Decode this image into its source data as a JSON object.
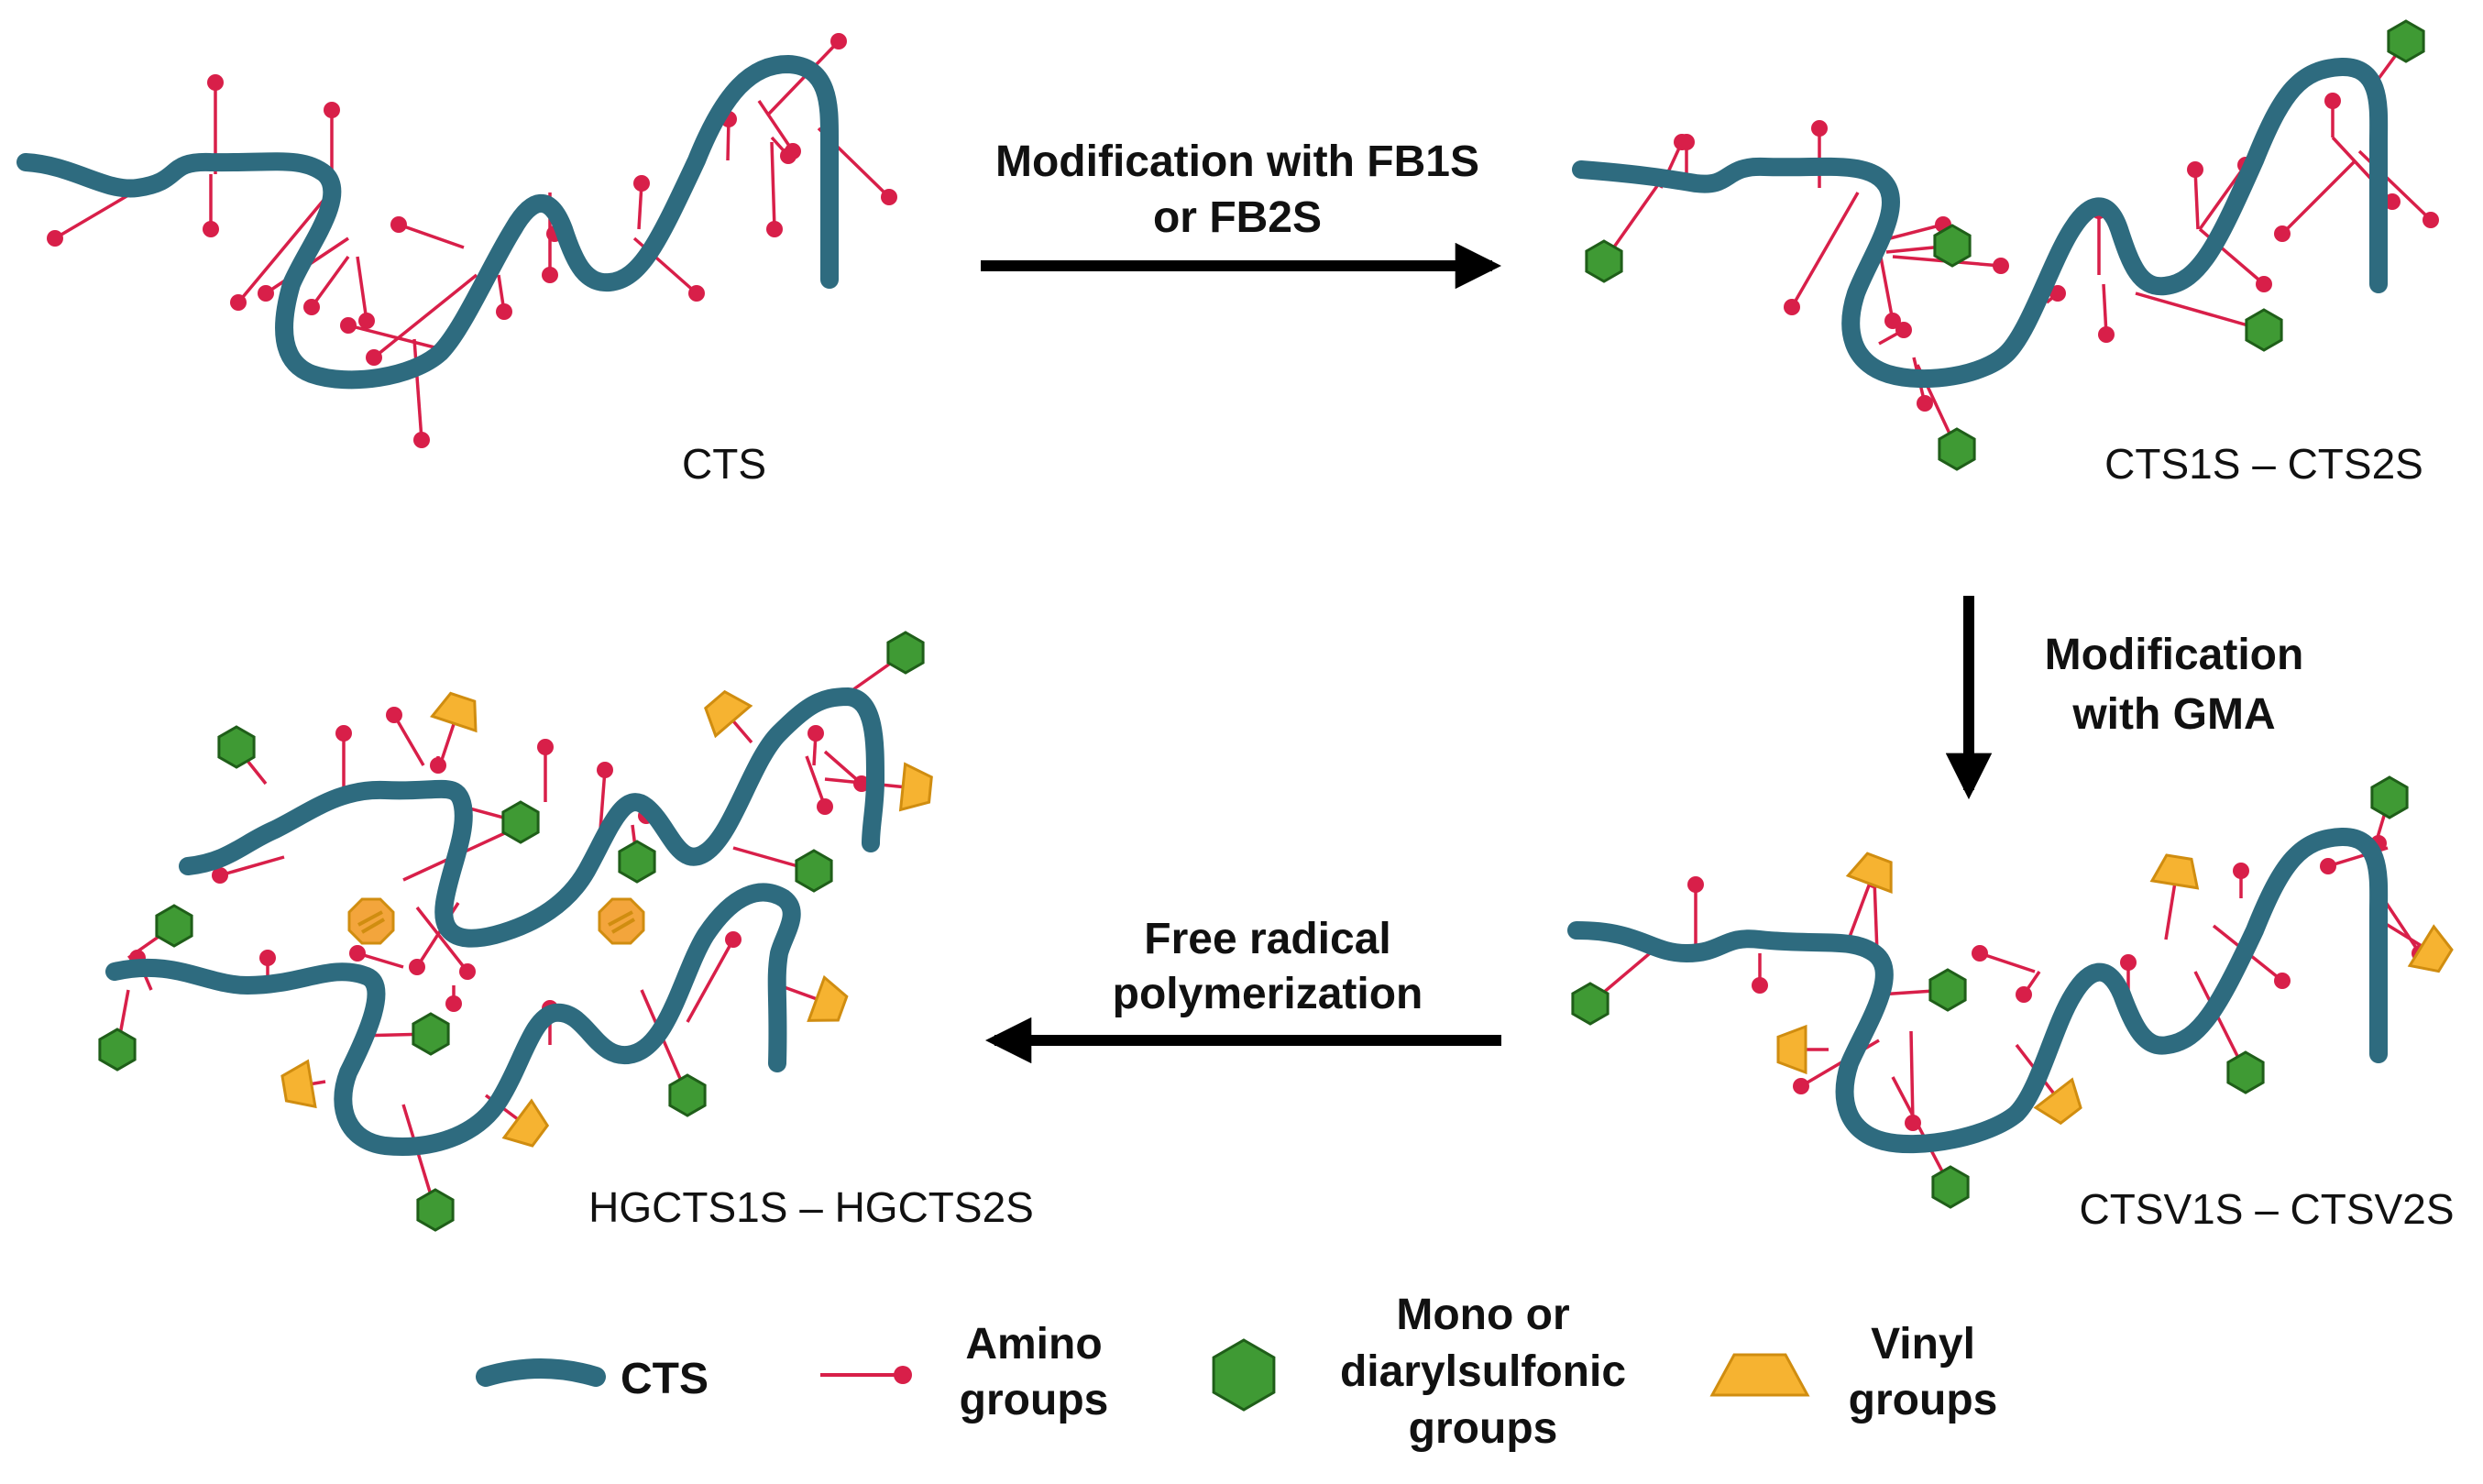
{
  "colors": {
    "chain": "#2e6b7f",
    "amino": "#d81f49",
    "sulfonic_fill": "#3f9a34",
    "sulfonic_stroke": "#1f5e19",
    "vinyl_fill": "#f6b331",
    "vinyl_stroke": "#d08d10",
    "crosslink_fill": "#f3a53c",
    "arrow": "#000000",
    "text": "#111111"
  },
  "structures": {
    "cts": "CTS",
    "cts1s": "CTS1S – CTS2S",
    "ctsv": "CTSV1S – CTSV2S",
    "hgcts": "HGCTS1S – HGCTS2S"
  },
  "steps": {
    "step1": [
      "Modification with FB1S",
      "or FB2S"
    ],
    "step2": [
      "Modification",
      "with GMA"
    ],
    "step3": [
      "Free radical",
      "polymerization"
    ]
  },
  "legend": {
    "cts": [
      "CTS"
    ],
    "amino": [
      "Amino",
      "groups"
    ],
    "sulfonic": [
      "Mono or",
      "diarylsulfonic",
      "groups"
    ],
    "vinyl": [
      "Vinyl",
      "groups"
    ]
  },
  "icons": {
    "chain": "cts-chain-icon",
    "amino": "amino-pin-icon",
    "sulfonic": "hexagon-icon",
    "vinyl": "trapezoid-icon",
    "crosslink": "crosslink-icon"
  }
}
